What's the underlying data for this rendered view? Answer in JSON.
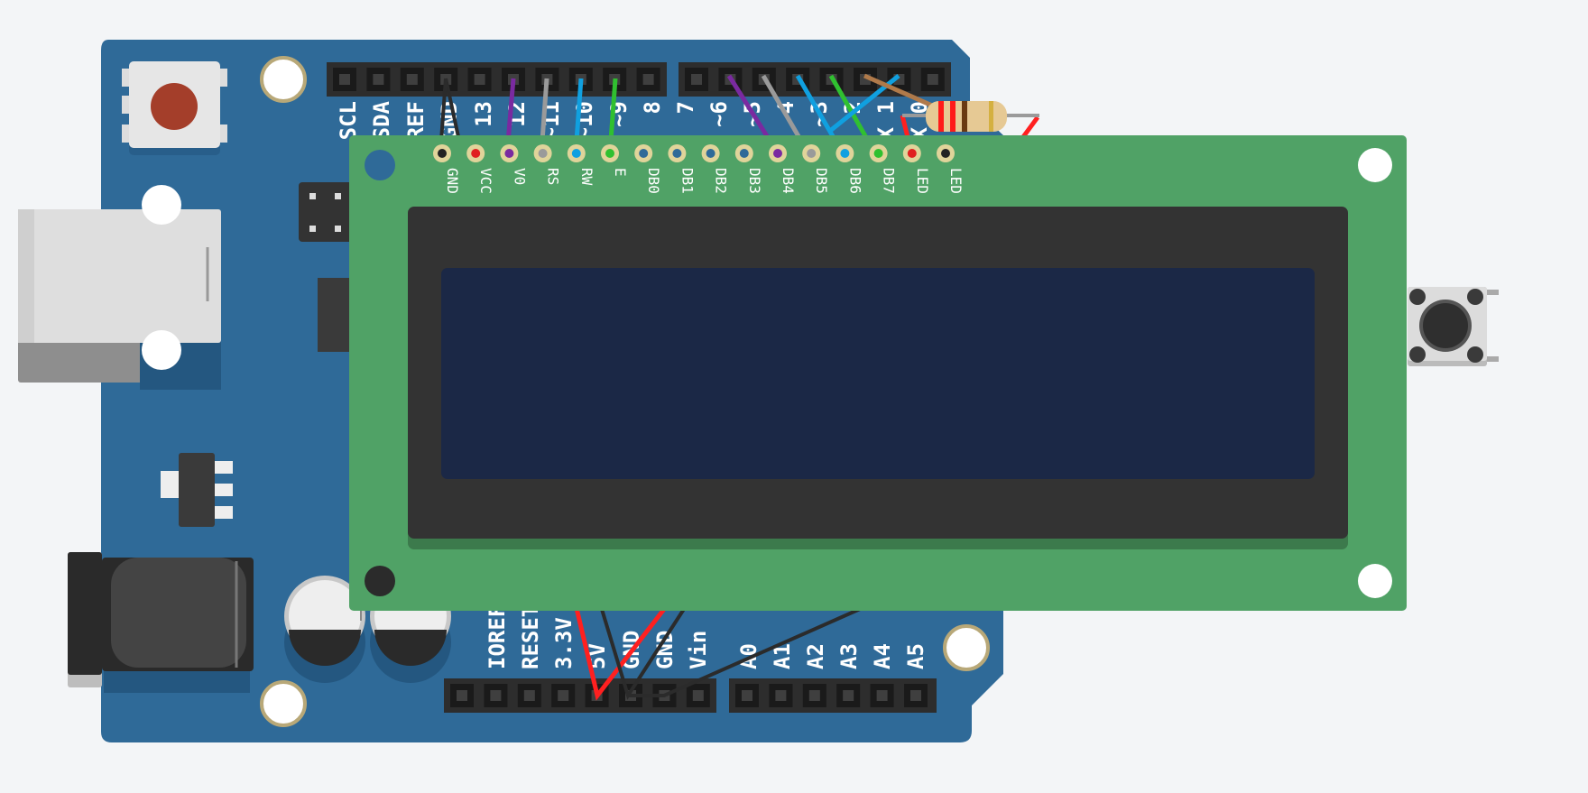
{
  "colors": {
    "background": "#f3f5f7",
    "arduino_board": "#2f6a98",
    "arduino_board_shadow": "#245780",
    "lcd_pcb": "#50a266",
    "lcd_bezel": "#333333",
    "lcd_screen": "#1b2846",
    "wire_black": "#2b2b2b",
    "wire_red": "#ff2020",
    "wire_purple": "#7a2aa0",
    "wire_gray": "#9a9a9a",
    "wire_blue": "#10a0e0",
    "wire_green": "#30c030",
    "wire_brown": "#b07a4a"
  },
  "arduino": {
    "digital_labels": [
      "SCL",
      "SDA",
      "AREF",
      "GND",
      "13",
      "12",
      "~11",
      "~10",
      "~9",
      "8",
      "7",
      "~6",
      "~5",
      "4",
      "~3",
      "2",
      "TX 1",
      "RX 0"
    ],
    "power_labels": [
      "IOREF",
      "RESET",
      "3.3V",
      "5V",
      "GND",
      "GND",
      "Vin"
    ],
    "analog_labels": [
      "A0",
      "A1",
      "A2",
      "A3",
      "A4",
      "A5"
    ]
  },
  "lcd": {
    "pin_labels": [
      "GND",
      "VCC",
      "V0",
      "RS",
      "RW",
      "E",
      "DB0",
      "DB1",
      "DB2",
      "DB3",
      "DB4",
      "DB5",
      "DB6",
      "DB7",
      "LED",
      "LED"
    ],
    "pin_colors": [
      "#222222",
      "#e02020",
      "#7a2aa0",
      "#9a9a9a",
      "#10a0e0",
      "#30c030",
      "#2f6a98",
      "#2f6a98",
      "#2f6a98",
      "#2f6a98",
      "#7a2aa0",
      "#9a9a9a",
      "#10a0e0",
      "#30c030",
      "#e02020",
      "#222222"
    ]
  },
  "components": {
    "resistor_icon": "resistor-icon",
    "pushbutton_icon": "pushbutton-icon",
    "reset_button_icon": "reset-button-icon",
    "usb_port_icon": "usb-port-icon",
    "power_jack_icon": "power-jack-icon",
    "capacitor_icon": "capacitor-icon",
    "regulator_icon": "voltage-regulator-icon"
  }
}
